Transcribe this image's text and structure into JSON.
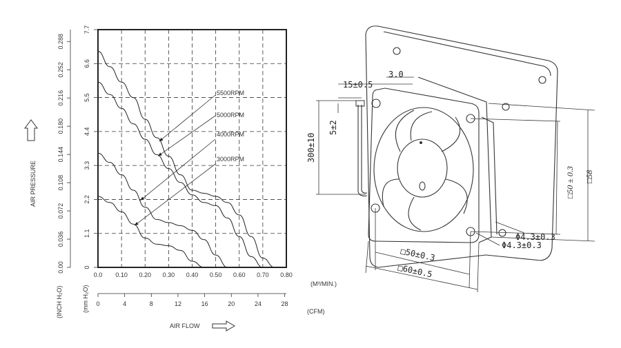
{
  "chart_data": {
    "type": "line",
    "x": [
      0,
      0.05,
      0.1,
      0.15,
      0.2,
      0.25,
      0.3,
      0.35,
      0.4,
      0.45,
      0.5,
      0.55,
      0.6,
      0.65,
      0.7,
      0.75
    ],
    "xlim": [
      0,
      0.8
    ],
    "ylim": [
      0,
      7.7
    ],
    "x_ticks_m3": [
      "0.0",
      "0.10",
      "0.20",
      "0.30",
      "0.40",
      "0.50",
      "0.60",
      "0.70",
      "0.80"
    ],
    "x_unit_m3": "(M³/MIN.)",
    "x_ticks_cfm": [
      "0",
      "4",
      "8",
      "12",
      "16",
      "20",
      "24",
      "28"
    ],
    "x_unit_cfm": "(CFM)",
    "y_ticks_mm": [
      "0",
      "1.1",
      "2.2",
      "3.3",
      "4.4",
      "5.5",
      "6.6",
      "7.7"
    ],
    "y_ticks_inch": [
      "0.00",
      "0.036",
      "0.072",
      "0.108",
      "0.144",
      "0.180",
      "0.216",
      "0.252",
      "0.288"
    ],
    "y_unit_mm": "(mm H₂O)",
    "y_unit_inch": "(INCH H₂O)",
    "xlabel": "AIR FLOW",
    "ylabel": "AIR PRESSURE",
    "series": [
      {
        "name": "5500RPM",
        "values": [
          7.0,
          6.5,
          6.0,
          5.5,
          4.8,
          4.2,
          3.6,
          3.0,
          2.5,
          2.4,
          2.3,
          2.1,
          1.7,
          1.0,
          0.3,
          0.0
        ]
      },
      {
        "name": "5000RPM",
        "values": [
          6.0,
          5.6,
          5.15,
          4.65,
          4.15,
          3.65,
          3.2,
          2.75,
          2.35,
          2.1,
          2.0,
          1.6,
          1.0,
          0.35,
          0.0,
          null
        ]
      },
      {
        "name": "4000RPM",
        "values": [
          3.7,
          3.4,
          3.0,
          2.5,
          1.95,
          1.55,
          1.45,
          1.35,
          1.2,
          0.9,
          0.4,
          0.0,
          null,
          null,
          null,
          null
        ]
      },
      {
        "name": "3000RPM",
        "values": [
          2.3,
          2.1,
          1.8,
          1.4,
          0.95,
          0.75,
          0.7,
          0.55,
          0.2,
          0.0,
          null,
          null,
          null,
          null,
          null,
          null
        ]
      }
    ],
    "grid": true
  },
  "drawing": {
    "dim_lead_len": "15±0.5",
    "dim_lead_depth": "3.0",
    "dim_strip": "5±2",
    "dim_wire": "300±10",
    "dim_hole_spacing_v": "□50 ± 0.3",
    "dim_frame_v": "□58",
    "dim_hole_a": "Φ4.3±0.3",
    "dim_hole_b": "Φ4.3±0.3",
    "dim_hole_spacing_h": "□50±0.3",
    "dim_frame_h": "□60±0.5"
  }
}
